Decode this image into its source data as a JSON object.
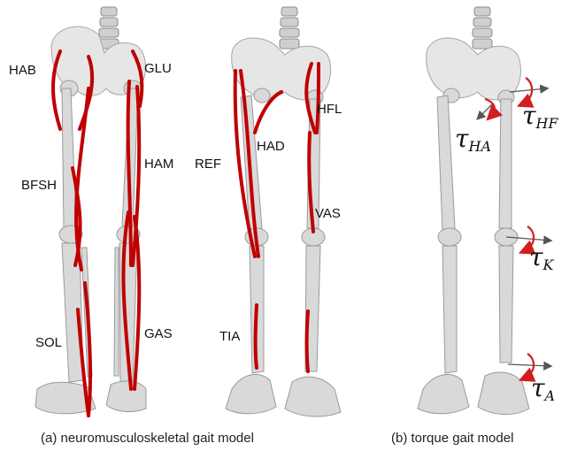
{
  "panel_a": {
    "caption": "(a) neuromusculoskeletal gait model",
    "muscles": {
      "hab": "HAB",
      "glu": "GLU",
      "ham": "HAM",
      "bfsh": "BFSH",
      "sol": "SOL",
      "gas": "GAS"
    }
  },
  "panel_mid": {
    "muscles": {
      "hfl": "HFL",
      "had": "HAD",
      "ref": "REF",
      "vas": "VAS",
      "tia": "TIA"
    }
  },
  "panel_b": {
    "caption": "(b) torque gait model",
    "torques": {
      "hf": "HF",
      "ha": "HA",
      "k": "K",
      "a": "A"
    },
    "tau_symbol": "τ"
  },
  "colors": {
    "muscle": "#c00000",
    "torque_arrow": "#d21e1e",
    "bone": "#d9d9d9"
  }
}
